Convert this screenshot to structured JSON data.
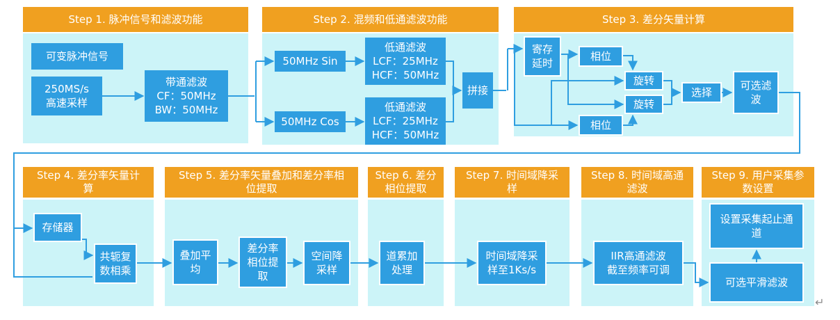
{
  "steps": {
    "s1": {
      "title": "Step 1. 脉冲信号和滤波功能"
    },
    "s2": {
      "title": "Step 2. 混频和低通滤波功能"
    },
    "s3": {
      "title": "Step 3. 差分矢量计算"
    },
    "s4": {
      "title": "Step 4. 差分率矢量计\n算"
    },
    "s5": {
      "title": "Step 5. 差分率矢量叠加和差分率相\n位提取"
    },
    "s6": {
      "title": "Step 6. 差分\n相位提取"
    },
    "s7": {
      "title": "Step 7. 时间域降采\n样"
    },
    "s8": {
      "title": "Step 8. 时间域高通\n滤波"
    },
    "s9": {
      "title": "Step 9. 用户采集参\n数设置"
    }
  },
  "blocks": {
    "pulse": "可变脉冲信号",
    "adc": "250MS/s\n高速采样",
    "bpf": "带通滤波\nCF：50MHz\nBW：50MHz",
    "sin": "50MHz Sin",
    "cos": "50MHz Cos",
    "lpf1": "低通滤波\nLCF：25MHz\nHCF：50MHz",
    "lpf2": "低通滤波\nLCF：25MHz\nHCF：50MHz",
    "splice": "拼接",
    "delay": "寄存\n延时",
    "phase1": "相位",
    "phase2": "相位",
    "rot1": "旋转",
    "rot2": "旋转",
    "select": "选择",
    "optfilt": "可选滤\n波",
    "mem": "存储器",
    "conj": "共轭复\n数相乘",
    "avg": "叠加平\n均",
    "rate": "差分率\n相位提\n取",
    "spdec": "空间降\n采样",
    "accum": "道累加\n处理",
    "tdec": "时间域降采\n样至1Ks/s",
    "iir": "IIR高通滤波\n截至频率可调",
    "setch": "设置采集起止通\n道",
    "smooth": "可选平滑滤波"
  },
  "misc": {
    "return_mark": "↵"
  },
  "colors": {
    "header": "#f0a020",
    "panel": "#ccf4f8",
    "block": "#2f9ee0",
    "wire": "#2f9ee0"
  }
}
